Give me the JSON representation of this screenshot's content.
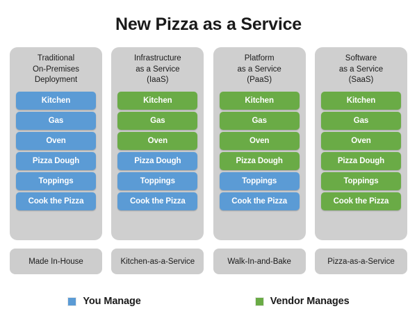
{
  "title": "New Pizza as a Service",
  "colors": {
    "you_manage": "#5b9bd5",
    "vendor_manages": "#6aab46",
    "panel": "#cfcfcf",
    "footer": "#cdcdcd",
    "background": "#ffffff",
    "text": "#1a1a1a"
  },
  "chart_data": {
    "type": "table",
    "title": "New Pizza as a Service",
    "legend": [
      {
        "label": "You Manage",
        "color": "#5b9bd5",
        "key": "blue"
      },
      {
        "label": "Vendor Manages",
        "color": "#6aab46",
        "key": "green"
      }
    ],
    "rows": [
      "Kitchen",
      "Gas",
      "Oven",
      "Pizza Dough",
      "Toppings",
      "Cook the Pizza"
    ],
    "categories": [
      "Traditional On-Premises Deployment",
      "Infrastructure as a Service (IaaS)",
      "Platform as a Service (PaaS)",
      "Software as a Service (SaaS)"
    ],
    "series": [
      {
        "name": "Traditional On-Premises Deployment",
        "values": [
          "blue",
          "blue",
          "blue",
          "blue",
          "blue",
          "blue"
        ]
      },
      {
        "name": "Infrastructure as a Service (IaaS)",
        "values": [
          "green",
          "green",
          "green",
          "blue",
          "blue",
          "blue"
        ]
      },
      {
        "name": "Platform as a Service (PaaS)",
        "values": [
          "green",
          "green",
          "green",
          "green",
          "blue",
          "blue"
        ]
      },
      {
        "name": "Software as a Service (SaaS)",
        "values": [
          "green",
          "green",
          "green",
          "green",
          "green",
          "green"
        ]
      }
    ],
    "footers": [
      "Made In-House",
      "Kitchen-as-a-Service",
      "Walk-In-and-Bake",
      "Pizza-as-a-Service"
    ]
  },
  "columns": [
    {
      "header_lines": [
        "Traditional",
        "On-Premises",
        "Deployment"
      ],
      "items": [
        {
          "label": "Kitchen",
          "color": "blue"
        },
        {
          "label": "Gas",
          "color": "blue"
        },
        {
          "label": "Oven",
          "color": "blue"
        },
        {
          "label": "Pizza Dough",
          "color": "blue"
        },
        {
          "label": "Toppings",
          "color": "blue"
        },
        {
          "label": "Cook the Pizza",
          "color": "blue"
        }
      ],
      "footer": "Made In-House"
    },
    {
      "header_lines": [
        "Infrastructure",
        "as a Service",
        "(IaaS)"
      ],
      "items": [
        {
          "label": "Kitchen",
          "color": "green"
        },
        {
          "label": "Gas",
          "color": "green"
        },
        {
          "label": "Oven",
          "color": "green"
        },
        {
          "label": "Pizza Dough",
          "color": "blue"
        },
        {
          "label": "Toppings",
          "color": "blue"
        },
        {
          "label": "Cook the Pizza",
          "color": "blue"
        }
      ],
      "footer": "Kitchen-as-a-Service"
    },
    {
      "header_lines": [
        "Platform",
        "as a Service",
        "(PaaS)"
      ],
      "items": [
        {
          "label": "Kitchen",
          "color": "green"
        },
        {
          "label": "Gas",
          "color": "green"
        },
        {
          "label": "Oven",
          "color": "green"
        },
        {
          "label": "Pizza Dough",
          "color": "green"
        },
        {
          "label": "Toppings",
          "color": "blue"
        },
        {
          "label": "Cook the Pizza",
          "color": "blue"
        }
      ],
      "footer": "Walk-In-and-Bake"
    },
    {
      "header_lines": [
        "Software",
        "as a Service",
        "(SaaS)"
      ],
      "items": [
        {
          "label": "Kitchen",
          "color": "green"
        },
        {
          "label": "Gas",
          "color": "green"
        },
        {
          "label": "Oven",
          "color": "green"
        },
        {
          "label": "Pizza Dough",
          "color": "green"
        },
        {
          "label": "Toppings",
          "color": "green"
        },
        {
          "label": "Cook the Pizza",
          "color": "green"
        }
      ],
      "footer": "Pizza-as-a-Service"
    }
  ],
  "legend": [
    {
      "label": "You Manage",
      "color": "#5b9bd5"
    },
    {
      "label": "Vendor Manages",
      "color": "#6aab46"
    }
  ]
}
